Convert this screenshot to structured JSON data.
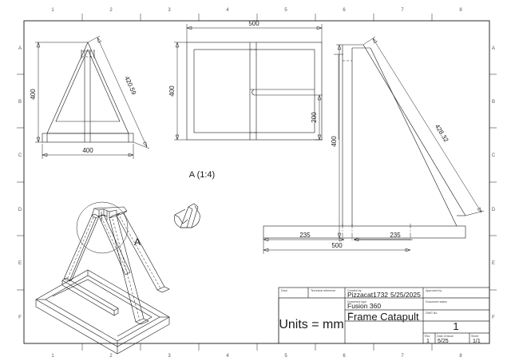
{
  "sheet": {
    "border_zones_top": [
      "1",
      "2",
      "3",
      "4",
      "5",
      "6",
      "7",
      "8"
    ],
    "border_zones_bottom": [
      "1",
      "2",
      "3",
      "4",
      "5",
      "6",
      "7",
      "8"
    ],
    "border_rows_left": [
      "A",
      "B",
      "C",
      "D",
      "E",
      "F"
    ],
    "border_rows_right": [
      "A",
      "B",
      "C",
      "D",
      "E",
      "F"
    ]
  },
  "views": {
    "front_view": {
      "name": "front-triangle-view",
      "dimensions": {
        "height": "400",
        "width": "400",
        "hypotenuse": "420.59"
      }
    },
    "top_view": {
      "name": "top-plan-view",
      "dimensions": {
        "width": "500",
        "height": "400",
        "slot": "200"
      }
    },
    "side_view": {
      "name": "side-elevation-view",
      "dimensions": {
        "height": "400",
        "diagonal": "428.32",
        "left_span": "235",
        "right_span": "235",
        "overall": "500"
      }
    },
    "detail_view": {
      "name": "detail-view-a",
      "label": "A (1:4)",
      "callout_letter": "A"
    },
    "isometric_view": {
      "name": "isometric-view",
      "callout_letter": "A"
    }
  },
  "title_block": {
    "labels": {
      "dept": "Dept.",
      "technical_reference": "Technical reference",
      "created_by": "Created by",
      "approved_by": "Approved by",
      "document_type": "Document type",
      "document_status": "Document status",
      "title_label": "Title",
      "dwg_no": "DWG No.",
      "rev": "Rev",
      "date_of_issue": "Date of issue",
      "sheet": "Sheet"
    },
    "values": {
      "dept": "",
      "technical_reference": "",
      "created_by": "Pizzacat1732",
      "created_date": "5/25/2025",
      "approved_by": "",
      "document_type": "Fusion 360",
      "document_status": "",
      "units_note": "Units = mm",
      "title": "Frame Catapult",
      "dwg_no": "1",
      "rev": "1",
      "date_of_issue": "5/25",
      "sheet": "1/1"
    }
  },
  "colors": {
    "line": "#1a1a1a",
    "frame": "#2b2b2b",
    "background": "#ffffff"
  }
}
